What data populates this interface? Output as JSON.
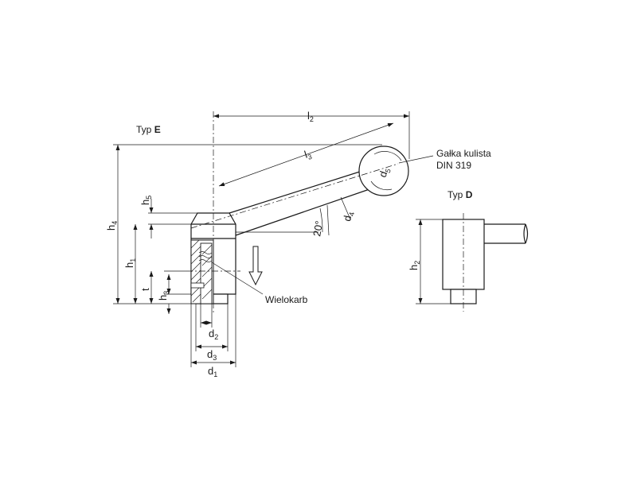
{
  "type_e": {
    "prefix": "Typ",
    "letter": "E"
  },
  "type_d": {
    "prefix": "Typ",
    "letter": "D"
  },
  "ball_note": {
    "line1": "Gałka kulista",
    "line2": "DIN 319"
  },
  "spline_note": "Wielokarb",
  "angle_label": "20°",
  "dims": {
    "l2": {
      "base": "l",
      "sub": "2"
    },
    "l3": {
      "base": "l",
      "sub": "3"
    },
    "d5": {
      "base": "d",
      "sub": "5"
    },
    "d4": {
      "base": "d",
      "sub": "4"
    },
    "h5": {
      "base": "h",
      "sub": "5"
    },
    "h4": {
      "base": "h",
      "sub": "4"
    },
    "h1": {
      "base": "h",
      "sub": "1"
    },
    "t": {
      "base": "t"
    },
    "h3": {
      "base": "h",
      "sub": "3"
    },
    "d2": {
      "base": "d",
      "sub": "2"
    },
    "d3": {
      "base": "d",
      "sub": "3"
    },
    "d1": {
      "base": "d",
      "sub": "1"
    },
    "h2": {
      "base": "h",
      "sub": "2"
    }
  }
}
